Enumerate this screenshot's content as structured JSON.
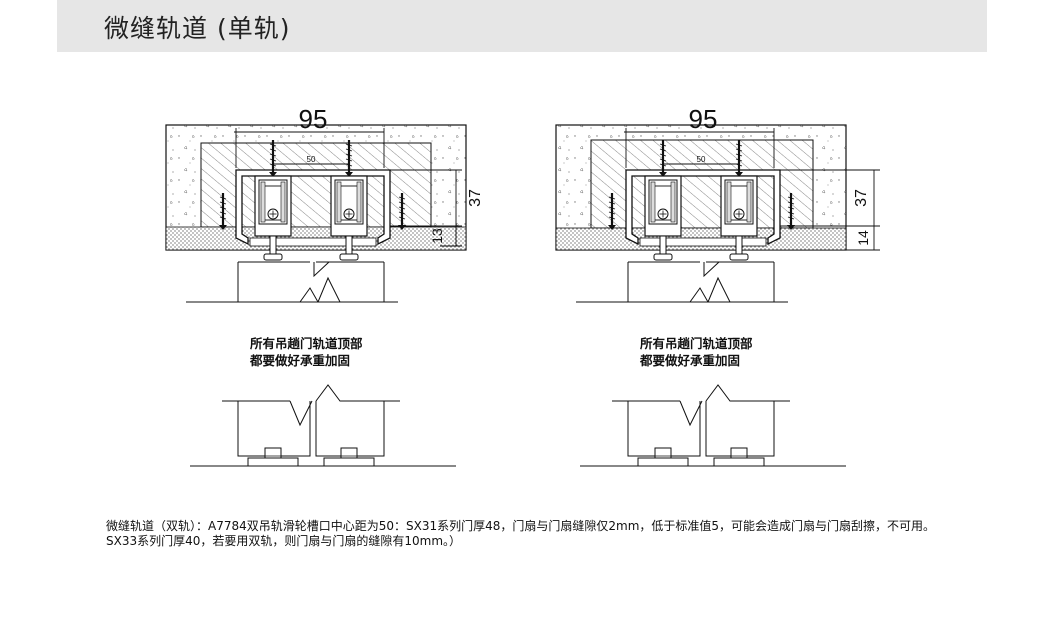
{
  "header": {
    "title": "微缝轨道 (单轨)"
  },
  "figures": [
    {
      "width_label": "95",
      "center_label": "50",
      "height_label": "37",
      "gap_label": "13",
      "note_line1": "所有吊趟门轨道顶部",
      "note_line2": "都要做好承重加固"
    },
    {
      "width_label": "95",
      "center_label": "50",
      "height_label": "37",
      "gap_label": "14",
      "note_line1": "所有吊趟门轨道顶部",
      "note_line2": "都要做好承重加固"
    }
  ],
  "caption": {
    "line1": "微缝轨道（双轨）：A7784双吊轨滑轮槽口中心距为50：SX31系列门厚48，门扇与门扇缝隙仅2mm，低于标准值5，可能会造成门扇与门扇刮擦，不可用。",
    "line2": "SX33系列门厚40，若要用双轨，则门扇与门扇的缝隙有10mm。）"
  }
}
